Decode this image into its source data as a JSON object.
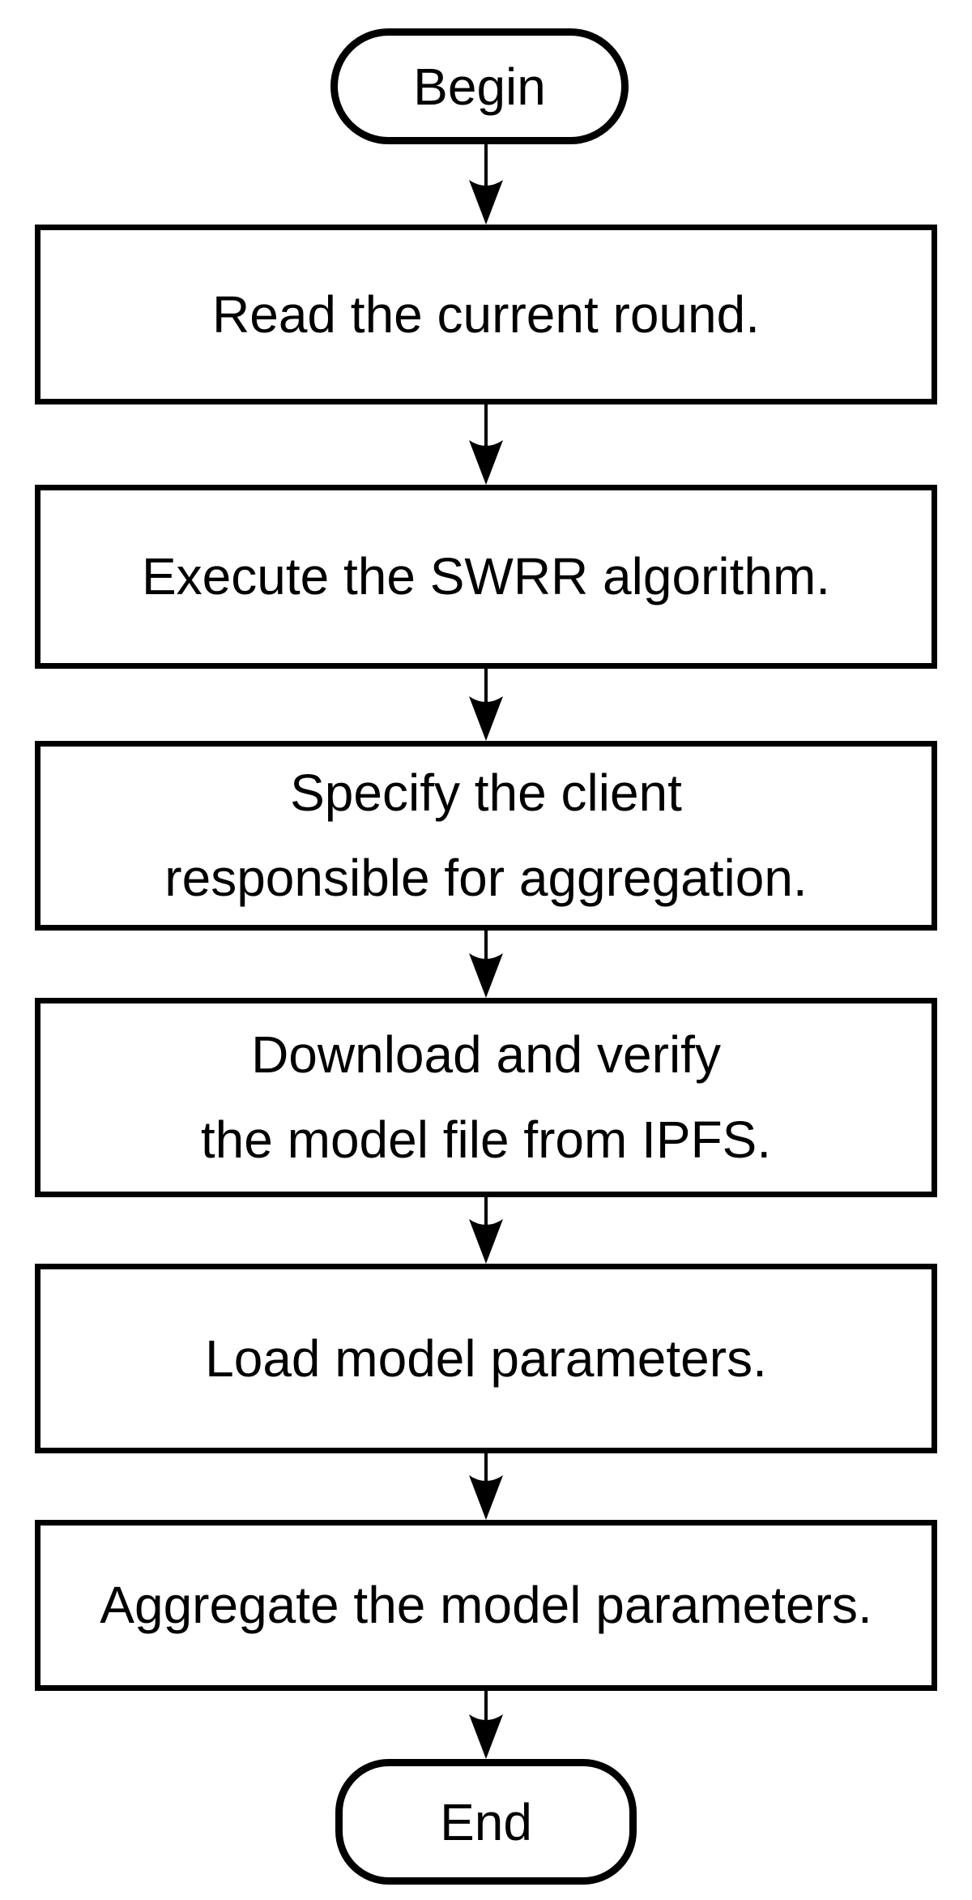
{
  "diagram": {
    "type": "flowchart",
    "direction": "top-to-bottom",
    "start": {
      "label": "Begin"
    },
    "end": {
      "label": "End"
    },
    "steps": [
      {
        "lines": [
          "Read the current round."
        ]
      },
      {
        "lines": [
          "Execute the SWRR algorithm."
        ]
      },
      {
        "lines": [
          "Specify the client",
          "responsible for aggregation."
        ]
      },
      {
        "lines": [
          "Download and verify",
          "the model file from IPFS."
        ]
      },
      {
        "lines": [
          "Load model parameters."
        ]
      },
      {
        "lines": [
          "Aggregate the model parameters."
        ]
      }
    ],
    "colors": {
      "stroke": "#000000",
      "fill": "#ffffff",
      "text": "#000000",
      "background": "#ffffff"
    }
  }
}
